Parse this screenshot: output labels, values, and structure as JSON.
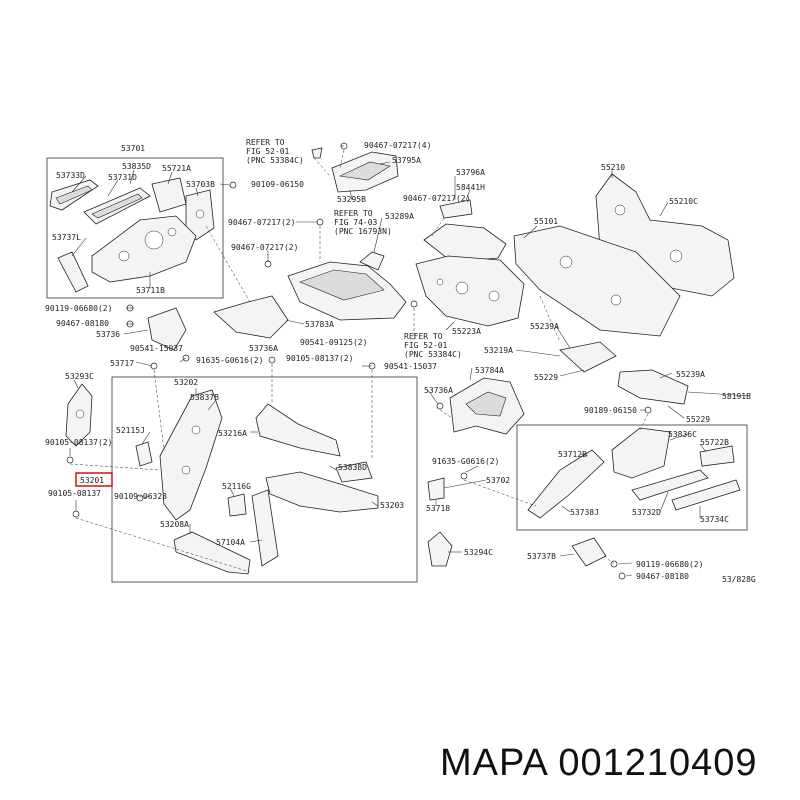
{
  "labels": {
    "l53701": "53701",
    "l53835D": "53835D",
    "l53733D": "53733D",
    "l53731D": "53731D",
    "l55721A": "55721A",
    "l53703B": "53703B",
    "l90109_06150": "90109-06150",
    "l53737L": "53737L",
    "l53711B": "53711B",
    "ref1a": "REFER TO",
    "ref1b": "FIG 52-01",
    "ref1c": "(PNC 53384C)",
    "l90467_07217_4": "90467-07217(4)",
    "l53795A": "53795A",
    "l53796A": "53796A",
    "l55210": "55210",
    "l58441H": "58441H",
    "l90467_07217_top": "90467-07217(2)",
    "l55210C": "55210C",
    "l53295B": "53295B",
    "l53289A": "53289A",
    "l90467_07217_2": "90467-07217(2)",
    "ref2a": "REFER TO",
    "ref2b": "FIG 74-03",
    "ref2c": "(PNC 16793N)",
    "l55101": "55101",
    "l90467_07217_b": "90467-07217(2)",
    "l90119_06680_2": "90119-06680(2)",
    "l90467_08180": "90467-08180",
    "l53736": "53736",
    "l53783A": "53783A",
    "ref3a": "REFER TO",
    "ref3b": "FIG 52-01",
    "ref3c": "(PNC 53384C)",
    "l55223A": "55223A",
    "l55239A": "55239A",
    "l53219A": "53219A",
    "l90541_15037": "90541-15037",
    "l90541_09125": "90541-09125(2)",
    "l53736A": "53736A",
    "l53717": "53717",
    "l91635_60616": "91635-G0616(2)",
    "l90105_08137_2": "90105-08137(2)",
    "l90541_15037b": "90541-15037",
    "l53293C": "53293C",
    "l53202": "53202",
    "l53837B": "53837B",
    "l53784A": "53784A",
    "l53736A2": "53736A",
    "l55229": "55229",
    "l55239A2": "55239A",
    "l58191B": "58191B",
    "l90189_06150": "90189-06150",
    "l55229b": "55229",
    "l52115J": "52115J",
    "l53216A": "53216A",
    "l90105_08137b": "90105-08137(2)",
    "l53201": "53201",
    "l53838D": "53838D",
    "l91635_60616b": "91635-G0616(2)",
    "l53702": "53702",
    "l53712B": "53712B",
    "l53836C": "53836C",
    "l55722B": "55722B",
    "l90105_08137c": "90105-08137",
    "l90109_06328": "90109-06328",
    "l52116G": "52116G",
    "l53203": "53203",
    "l53718": "53718",
    "l53738J": "53738J",
    "l53732D": "53732D",
    "l53734C": "53734C",
    "l53208A": "53208A",
    "l57104A": "57104A",
    "l53294C": "53294C",
    "l53737B": "53737B",
    "l90119_06680b": "90119-06680(2)",
    "l90467_08180b": "90467-08180",
    "code": "53/828G"
  },
  "brand": "MAPA 001210409"
}
